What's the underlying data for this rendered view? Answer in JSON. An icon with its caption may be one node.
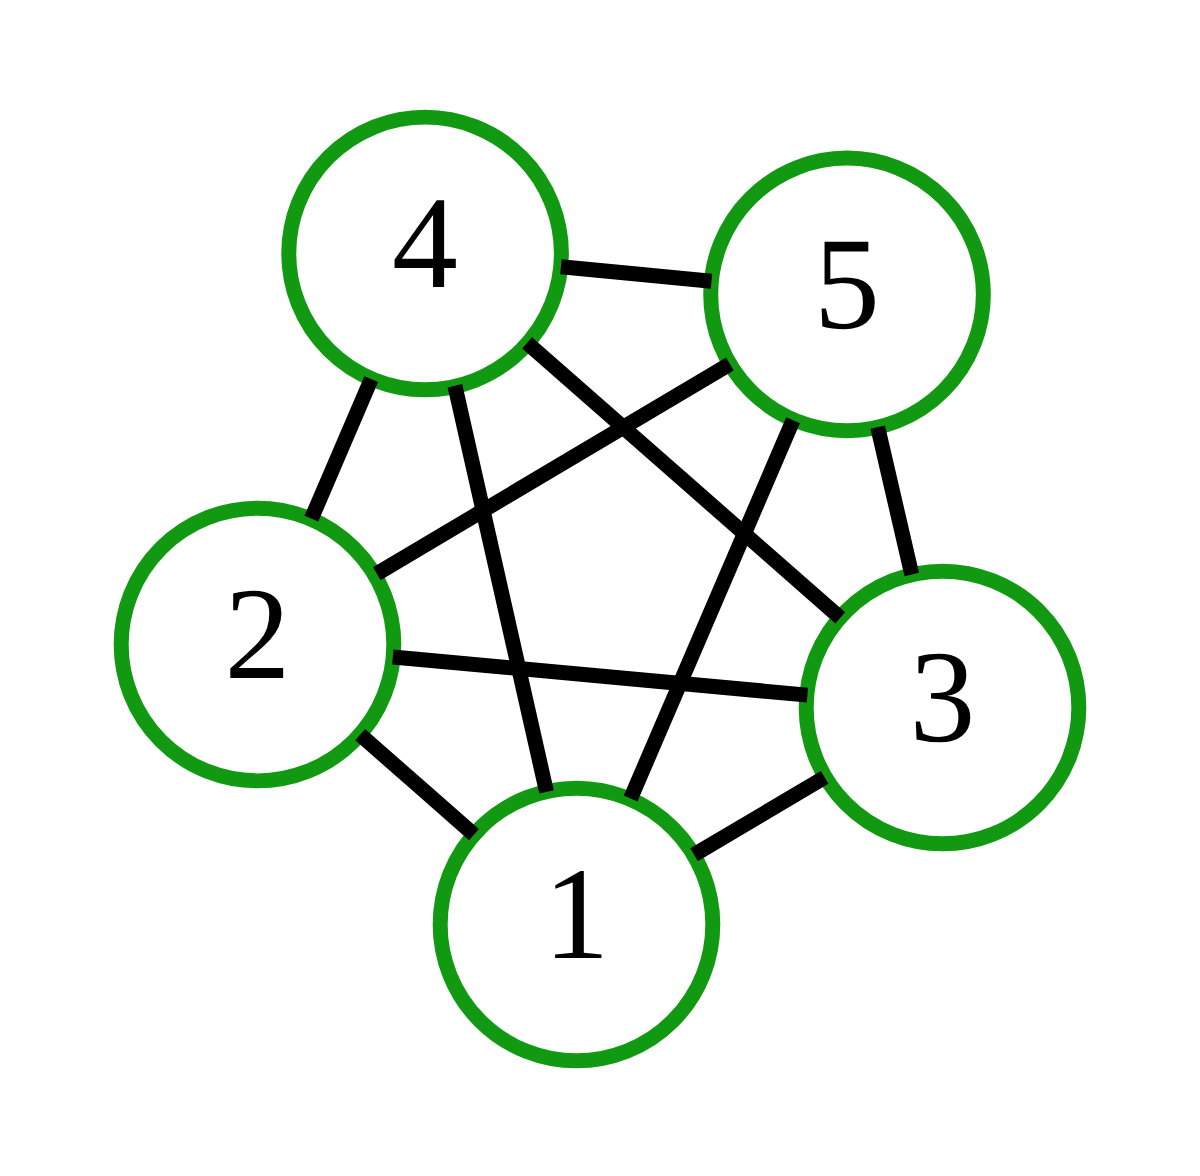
{
  "diagram": {
    "nodes": [
      {
        "text": [
          "2"
        ]
      },
      {
        "text": [
          "3"
        ]
      },
      {
        "text": [
          "1"
        ]
      },
      {
        "text": [
          "4"
        ]
      },
      {
        "text": [
          "5"
        ]
      }
    ],
    "edges": [
      {
        "from": 0,
        "to": 1,
        "arrow": "none"
      },
      {
        "from": 0,
        "to": 2,
        "arrow": "none"
      },
      {
        "from": 0,
        "to": 3,
        "arrow": "none"
      },
      {
        "from": 0,
        "to": 4,
        "arrow": "none"
      },
      {
        "from": 1,
        "to": 2,
        "arrow": "none"
      },
      {
        "from": 1,
        "to": 3,
        "arrow": "none"
      },
      {
        "from": 1,
        "to": 4,
        "arrow": "none"
      },
      {
        "from": 2,
        "to": 3,
        "arrow": "none"
      },
      {
        "from": 2,
        "to": 4,
        "arrow": "none"
      },
      {
        "from": 3,
        "to": 4,
        "arrow": "none"
      }
    ]
  }
}
